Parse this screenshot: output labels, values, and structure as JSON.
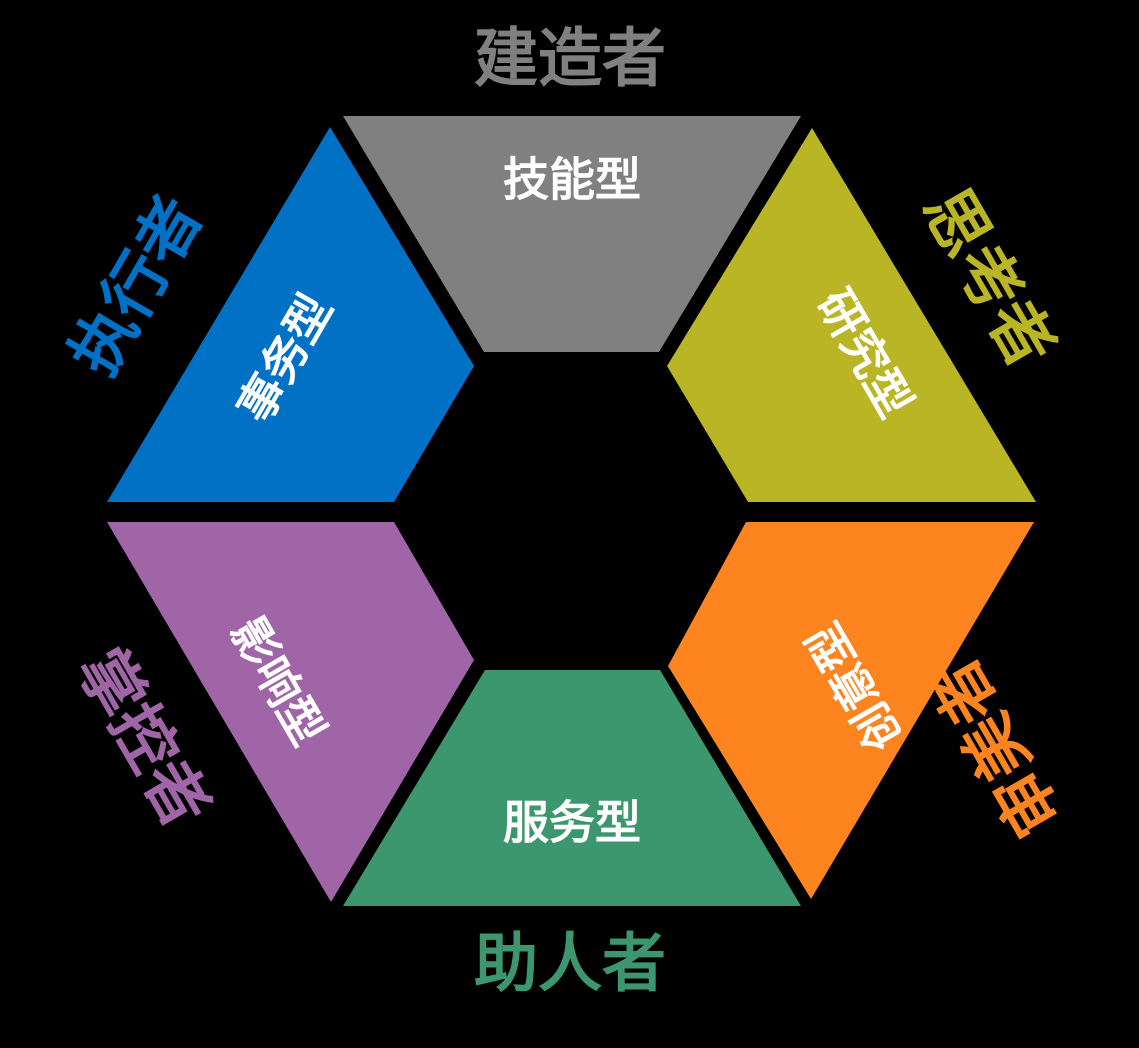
{
  "segments": {
    "top": {
      "type_label": "技能型",
      "role_label": "建造者",
      "color": "#808080"
    },
    "top_right": {
      "type_label": "研究型",
      "role_label": "思考者",
      "color": "#BAB525"
    },
    "bottom_right": {
      "type_label": "创意型",
      "role_label": "审美者",
      "color": "#FD841F"
    },
    "bottom": {
      "type_label": "服务型",
      "role_label": "助人者",
      "color": "#3D976E"
    },
    "bottom_left": {
      "type_label": "影响型",
      "role_label": "掌控者",
      "color": "#A065A6"
    },
    "top_left": {
      "type_label": "事务型",
      "role_label": "执行者",
      "color": "#0071C5"
    }
  }
}
